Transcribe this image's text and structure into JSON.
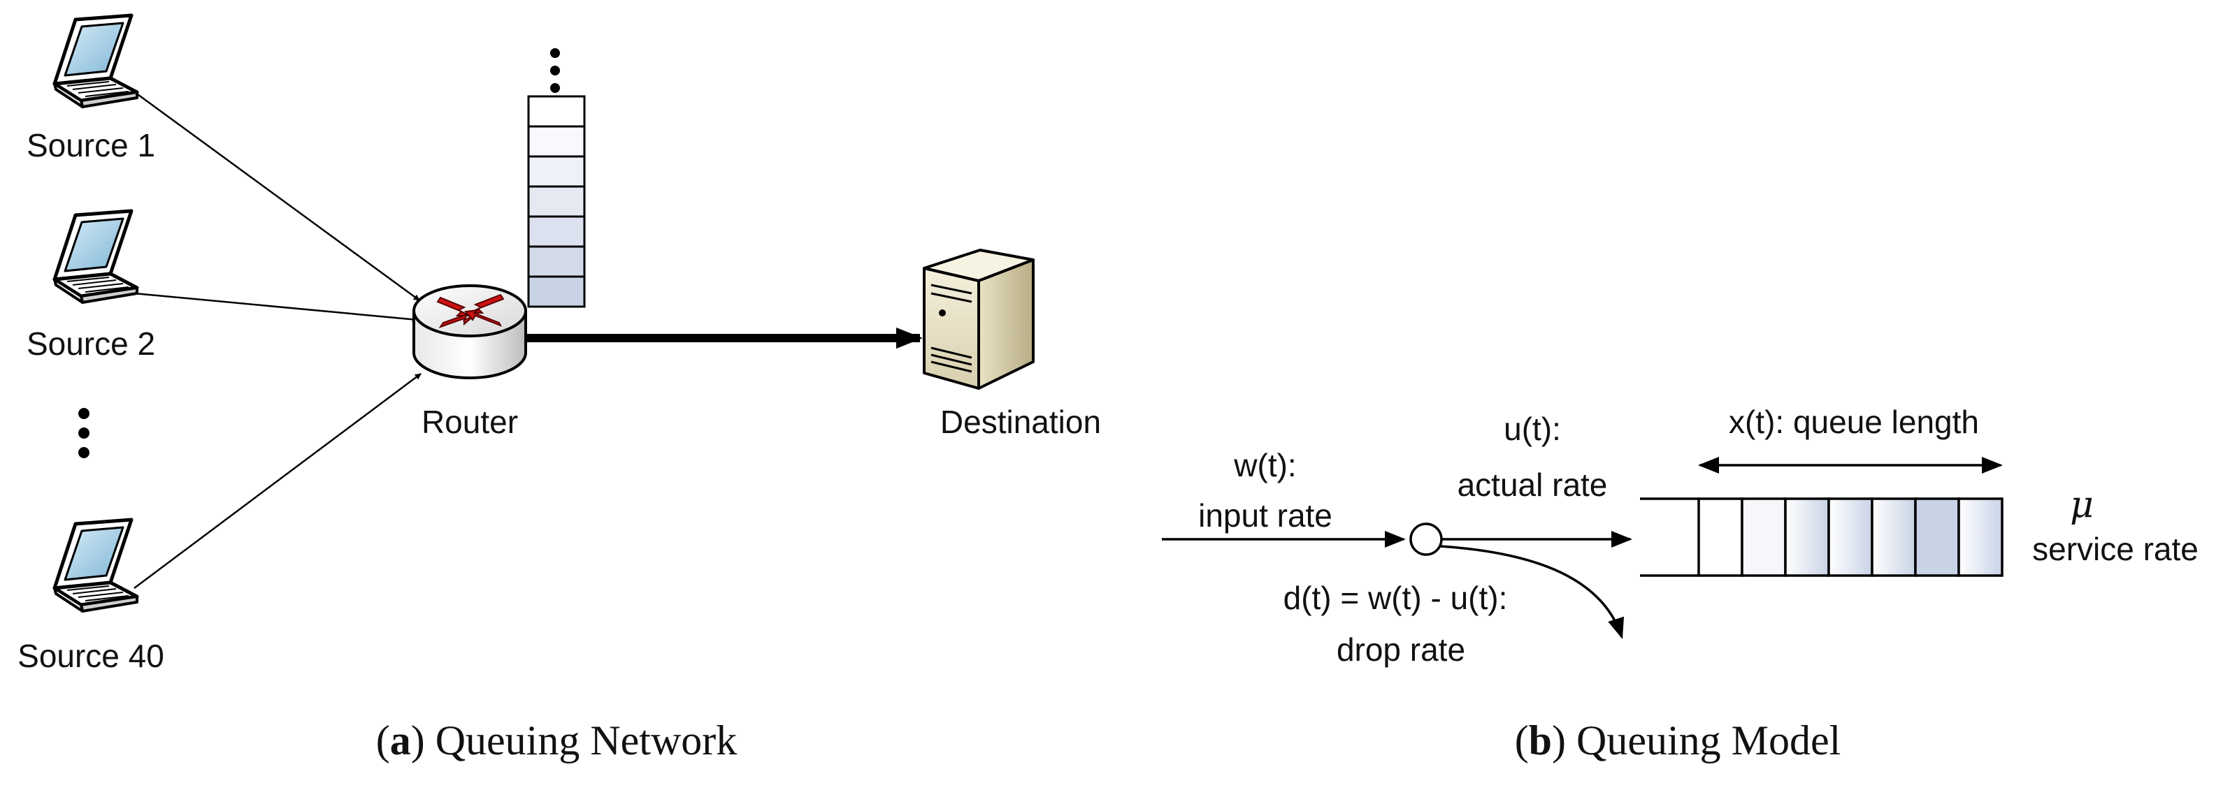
{
  "panel_a": {
    "sources": [
      {
        "label": "Source 1"
      },
      {
        "label": "Source 2"
      },
      {
        "label": "Source 40"
      }
    ],
    "router_label": "Router",
    "destination_label": "Destination",
    "caption_tag": "a",
    "caption_text": " Queuing Network"
  },
  "panel_b": {
    "input_label_line1": "w(t):",
    "input_label_line2": "input rate",
    "actual_label_line1": "u(t):",
    "actual_label_line2": "actual rate",
    "drop_label_line1": "d(t) = w(t) - u(t):",
    "drop_label_line2": "drop rate",
    "queue_length_label": "x(t): queue length",
    "mu_symbol": "μ",
    "service_rate_label": "service rate",
    "caption_tag": "b",
    "caption_text": " Queuing Model"
  },
  "colors": {
    "queue_fill_dark": "#c9d3e6",
    "router_arrow": "#cc1111",
    "line": "#000000"
  }
}
